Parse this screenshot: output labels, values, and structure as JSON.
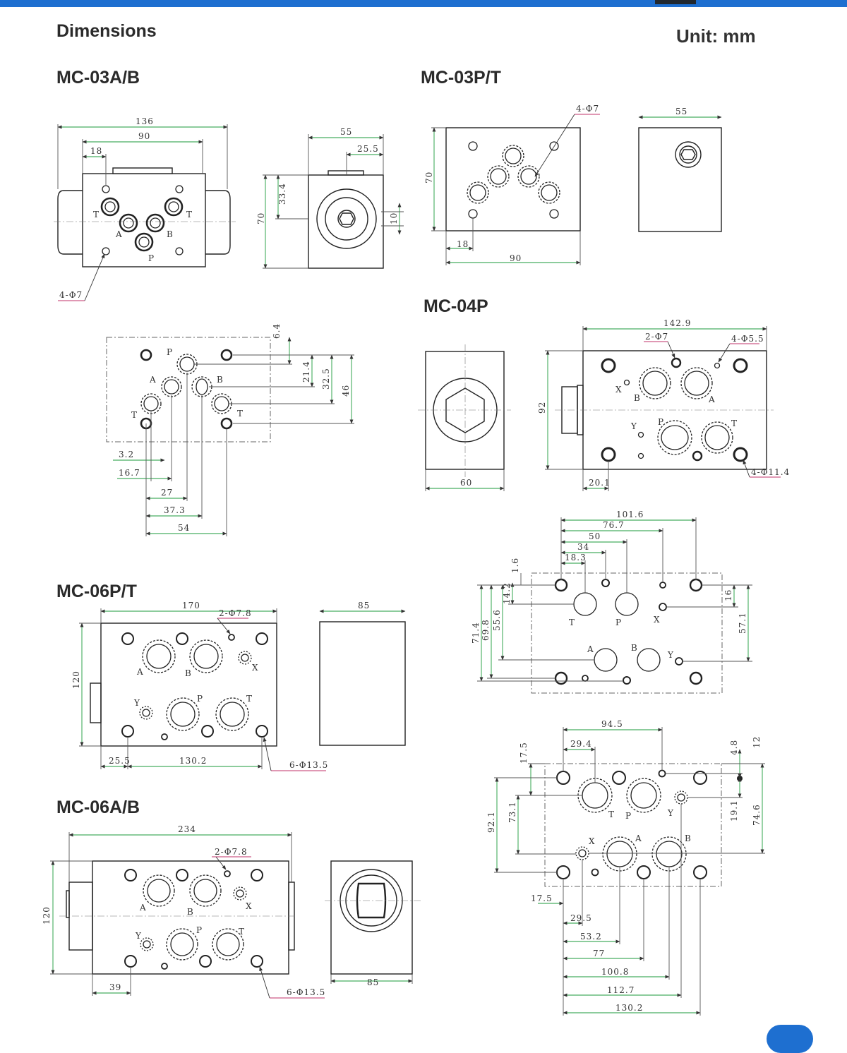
{
  "heading": "Dimensions",
  "unit": "Unit: mm",
  "models": {
    "mc03ab": {
      "title": "MC-03A/B",
      "dims": {
        "w136": "136",
        "w90": "90",
        "w18": "18",
        "holes": "4-Φ7",
        "w55": "55",
        "w25_5": "25.5",
        "h33_4": "33.4",
        "h70": "70",
        "h10": "10"
      },
      "bottom_dims": {
        "h6_4": "6.4",
        "h21_4": "21.4",
        "h32_5": "32.5",
        "h46": "46",
        "w3_2": "3.2",
        "w16_7": "16.7",
        "w27": "27",
        "w37_3": "37.3",
        "w54": "54"
      },
      "ports": {
        "P": "P",
        "A": "A",
        "B": "B",
        "T": "T"
      }
    },
    "mc03pt": {
      "title": "MC-03P/T",
      "dims": {
        "holes": "4-Φ7",
        "h70": "70",
        "w18": "18",
        "w90": "90",
        "w55": "55"
      }
    },
    "mc04p": {
      "title": "MC-04P",
      "dims": {
        "w142": "142.9",
        "holes2": "2-Φ7",
        "holes4": "4-Φ5.5",
        "h92": "92",
        "w60": "60",
        "w20_1": "20.1",
        "holes4b": "4-Φ11.4"
      },
      "ports": {
        "X": "X",
        "Y": "Y",
        "P": "P",
        "T": "T",
        "A": "A",
        "B": "B"
      },
      "bottom_dims": {
        "w101_6": "101.6",
        "w76_7": "76.7",
        "w50": "50",
        "w34": "34",
        "w18_3": "18.3",
        "h1_6": "1.6",
        "h14_2": "14.2",
        "h71_4": "71.4",
        "h69_8": "69.8",
        "h55_6": "55.6",
        "h16": "16",
        "h57_1": "57.1"
      }
    },
    "mc06pt": {
      "title": "MC-06P/T",
      "dims": {
        "w170": "170",
        "holes2": "2-Φ7.8",
        "h120": "120",
        "w85": "85",
        "w25_5": "25.5",
        "w130_2": "130.2",
        "holes6": "6-Φ13.5"
      },
      "ports": {
        "A": "A",
        "B": "B",
        "X": "X",
        "Y": "Y",
        "P": "P",
        "T": "T"
      }
    },
    "mc06ab": {
      "title": "MC-06A/B",
      "dims": {
        "w234": "234",
        "holes2": "2-Φ7.8",
        "h120": "120",
        "w39": "39",
        "holes6": "6-Φ13.5",
        "w85": "85"
      },
      "ports": {
        "A": "A",
        "B": "B",
        "X": "X",
        "Y": "Y",
        "P": "P",
        "T": "T"
      }
    },
    "mc06_bottom": {
      "dims": {
        "w94_5": "94.5",
        "w29_4": "29.4",
        "h17_5": "17.5",
        "h4_8": "4.8",
        "h12": "12",
        "h92_1": "92.1",
        "h73_1": "73.1",
        "h19_1": "19.1",
        "h74_6": "74.6",
        "w17_5": "17.5",
        "w29_5": "29.5",
        "w53_2": "53.2",
        "w77": "77",
        "w100_8": "100.8",
        "w112_7": "112.7",
        "w130_2": "130.2"
      },
      "ports": {
        "T": "T",
        "P": "P",
        "Y": "Y",
        "X": "X",
        "A": "A",
        "B": "B"
      }
    }
  },
  "colors": {
    "accent": "#1e6fd0",
    "dimension_line": "#1a9a3a",
    "leader": "#c0306a",
    "line": "#222222"
  }
}
